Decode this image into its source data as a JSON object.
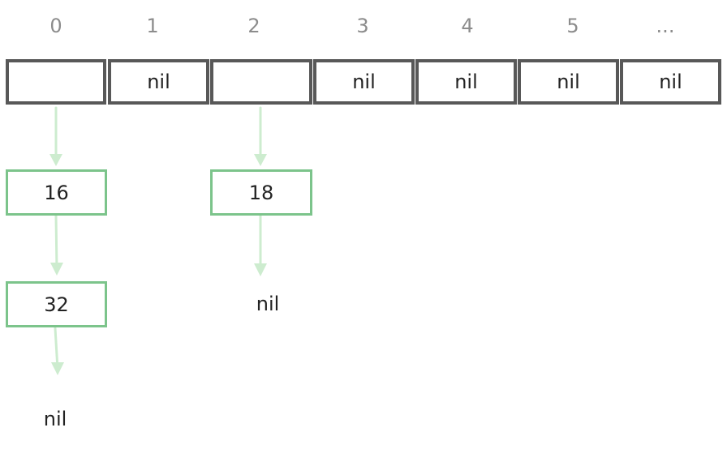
{
  "indices": [
    "0",
    "1",
    "2",
    "3",
    "4",
    "5",
    "..."
  ],
  "buckets": [
    "",
    "nil",
    "",
    "nil",
    "nil",
    "nil",
    "nil"
  ],
  "chain0": {
    "node1": "16",
    "node2": "32",
    "end": "nil"
  },
  "chain2": {
    "node1": "18",
    "end": "nil"
  },
  "colors": {
    "bucket_border": "#585858",
    "node_border": "#7cc48b",
    "arrow": "#cdeccf",
    "index_text": "#8c8c8c",
    "text": "#222222"
  }
}
